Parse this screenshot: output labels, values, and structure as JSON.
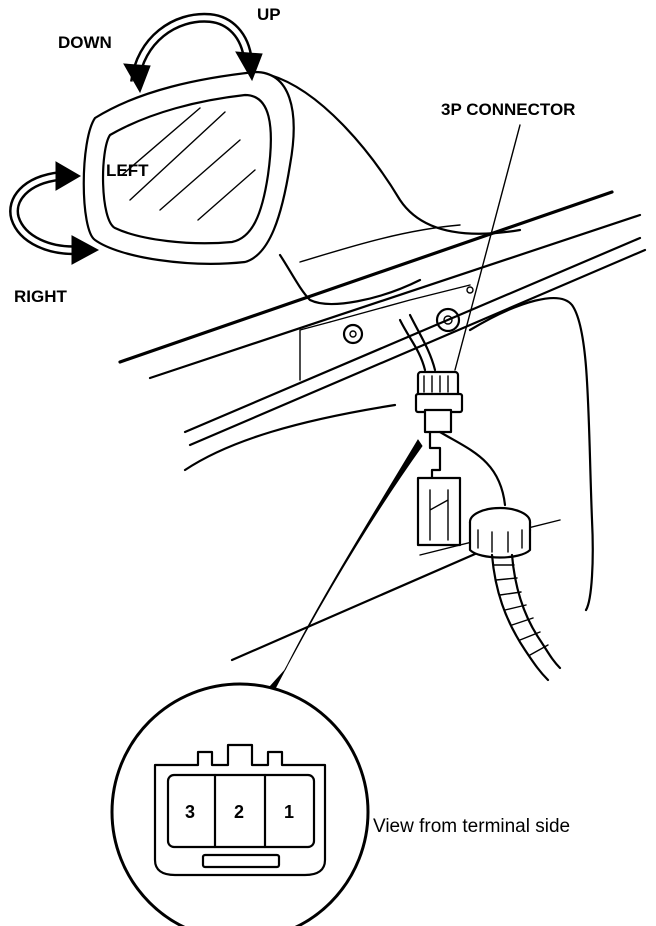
{
  "labels": {
    "up": "UP",
    "down": "DOWN",
    "left": "LEFT",
    "right": "RIGHT",
    "connector": "3P CONNECTOR",
    "view_note": "View from terminal side"
  },
  "pins": [
    "3",
    "2",
    "1"
  ],
  "colors": {
    "ink": "#000000",
    "paper": "#ffffff"
  }
}
